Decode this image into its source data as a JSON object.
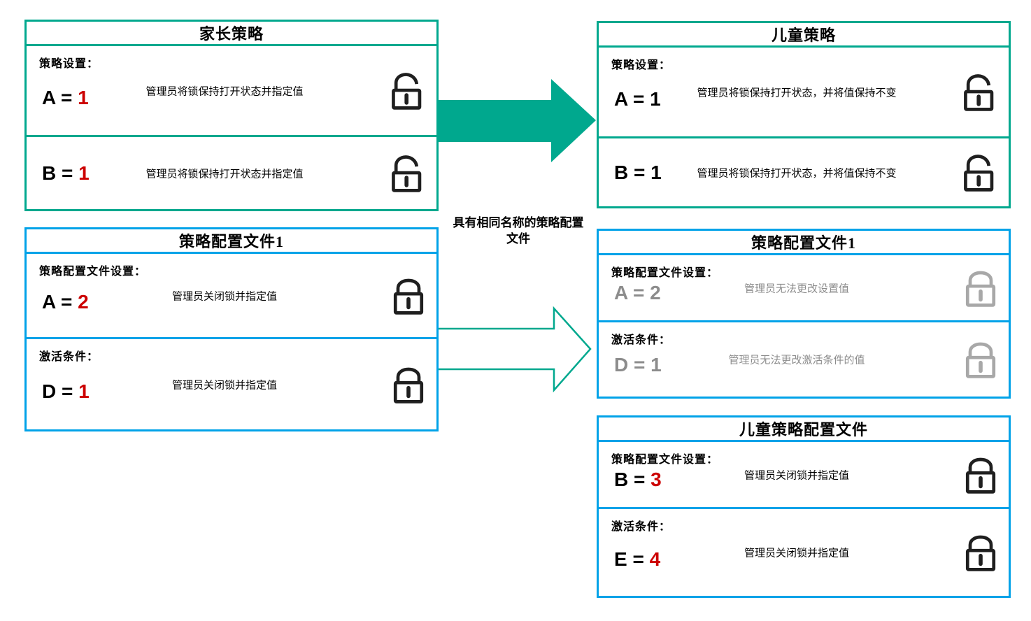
{
  "colors": {
    "teal": "#00A88E",
    "blue": "#00A2E8",
    "red": "#CC0000",
    "gray": "#8C8C8C",
    "ink": "#1F1F1F",
    "lockgray": "#A8A8A8"
  },
  "arrow_label": {
    "line1": "具有相同名称的策略配置",
    "line2": "文件"
  },
  "icons": {
    "open_lock": "unlocked-padlock",
    "closed_lock": "locked-padlock"
  },
  "boxes": [
    {
      "title": "家长策略",
      "rows": [
        {
          "label": "策略设置：",
          "prefix": "A = ",
          "number": "1",
          "desc": "管理员将锁保持打开状态并指定值",
          "lock": "unlocked"
        },
        {
          "prefix": "B = ",
          "number": "1",
          "desc": "管理员将锁保持打开状态并指定值",
          "lock": "unlocked"
        }
      ]
    },
    {
      "title": "儿童策略",
      "rows": [
        {
          "label": "策略设置：",
          "prefix": "A = ",
          "number": "1",
          "desc": "管理员将锁保持打开状态，并将值保持不变",
          "lock": "unlocked"
        },
        {
          "prefix": "B = ",
          "number": "1",
          "desc": "管理员将锁保持打开状态，并将值保持不变",
          "lock": "unlocked"
        }
      ]
    },
    {
      "title": "策略配置文件1",
      "rows": [
        {
          "label": "策略配置文件设置：",
          "prefix": "A = ",
          "number": "2",
          "desc": "管理员关闭锁并指定值",
          "lock": "locked"
        },
        {
          "label": "激活条件：",
          "prefix": "D = ",
          "number": "1",
          "desc": "管理员关闭锁并指定值",
          "lock": "locked"
        }
      ]
    },
    {
      "title": "策略配置文件1",
      "rows": [
        {
          "label": "策略配置文件设置：",
          "prefix": "A = ",
          "number": "2",
          "desc": "管理员无法更改设置值",
          "lock": "locked-gray"
        },
        {
          "label": "激活条件：",
          "prefix": "D = ",
          "number": "1",
          "desc": "管理员无法更改激活条件的值",
          "lock": "locked-gray"
        }
      ]
    },
    {
      "title": "儿童策略配置文件",
      "rows": [
        {
          "label": "策略配置文件设置：",
          "prefix": "B = ",
          "number": "3",
          "desc": "管理员关闭锁并指定值",
          "lock": "locked"
        },
        {
          "label": "激活条件：",
          "prefix": "E = ",
          "number": "4",
          "desc": "管理员关闭锁并指定值",
          "lock": "locked"
        }
      ]
    }
  ]
}
